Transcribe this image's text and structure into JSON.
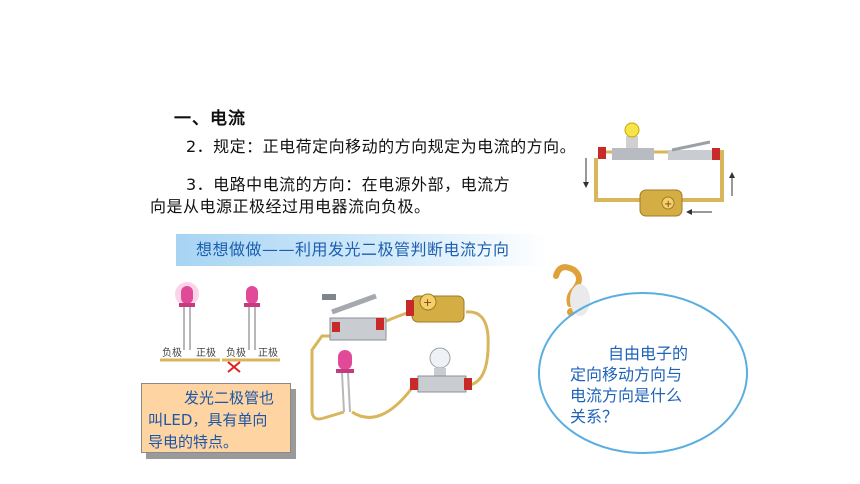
{
  "heading": "一、电流",
  "paragraphs": {
    "rule": "2．规定：正电荷定向移动的方向规定为电流的方向。",
    "direction": "3．电路中电流的方向：在电源外部，电流方向是从电源正极经过用电器流向负极。"
  },
  "banner": "想想做做——利用发光二极管判断电流方向",
  "led_labels": {
    "neg_left": "负极",
    "pos_left": "正极",
    "neg_right": "负极",
    "pos_right": "正极"
  },
  "callout": {
    "line1": "发光二极管也",
    "line2": "叫LED，具有单向",
    "line3": "导电的特点。"
  },
  "question": {
    "line1": "自由电子的",
    "line2": "定向移动方向与",
    "line3": "电流方向是什么",
    "line4": "关系？"
  },
  "battery_symbol": "+",
  "colors": {
    "banner_text": "#1d5fb0",
    "callout_bg": "#fed4a2",
    "bubble_border": "#5aaee0",
    "wire": "#d9b65c"
  }
}
